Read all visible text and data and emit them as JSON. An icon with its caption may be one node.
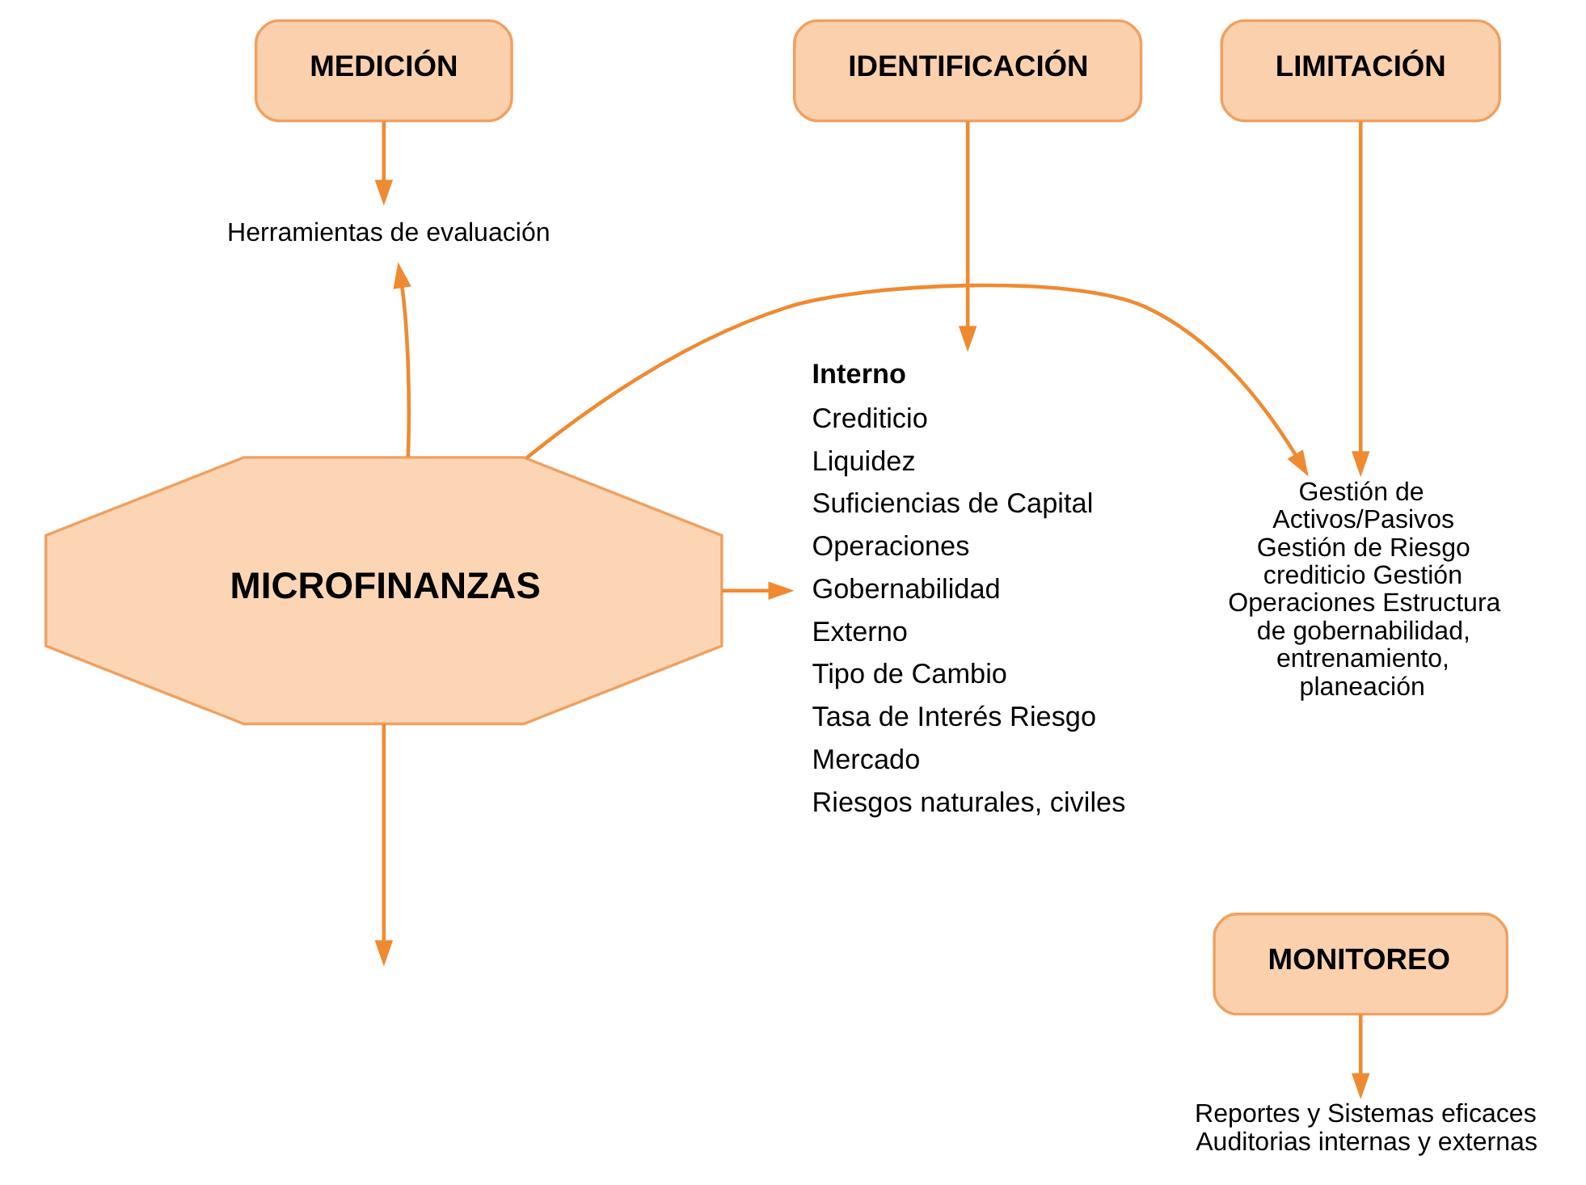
{
  "diagram": {
    "nodes": [
      {
        "text": [
          "IDENTIFICACIÓN"
        ]
      },
      {
        "text": [
          "MEDICIÓN"
        ]
      },
      {
        "text": [
          "LIMITACIÓN"
        ]
      },
      {
        "text": [
          "MONITOREO"
        ]
      },
      {
        "text": [
          "MICROFINANZAS"
        ]
      },
      {
        "text": [
          "Interno",
          "Crediticio",
          "Liquidez",
          "Suficiencias de Capital",
          "Operaciones",
          "Gobernabilidad",
          "Externo",
          "Tipo de Cambio",
          "Tasa de Interés Riesgo",
          "Mercado",
          "Riesgos naturales, civiles"
        ]
      },
      {
        "text": [
          "Herramientas de evaluación"
        ]
      },
      {
        "text": [
          "Gestión de Activos/Pasivos Gestión de Riesgo crediticio Gestión Operaciones Estructura de gobernabilidad, entrenamiento, planeación"
        ]
      },
      {
        "text": [
          "Reportes y Sistemas eficaces Auditorias internas y externas"
        ]
      }
    ],
    "edges": [
      {
        "from": 0,
        "to": 5,
        "arrow": "to"
      },
      {
        "from": 1,
        "to": 6,
        "arrow": "to"
      },
      {
        "from": 2,
        "to": 7,
        "arrow": "to"
      },
      {
        "from": 3,
        "to": 8,
        "arrow": "to"
      },
      {
        "from": 4,
        "to": 6,
        "arrow": "to"
      },
      {
        "from": 4,
        "to": 5,
        "arrow": "to"
      },
      {
        "from": 4,
        "to": 7,
        "arrow": "to"
      },
      {
        "from": 4,
        "to": null,
        "arrow": "to"
      }
    ]
  }
}
